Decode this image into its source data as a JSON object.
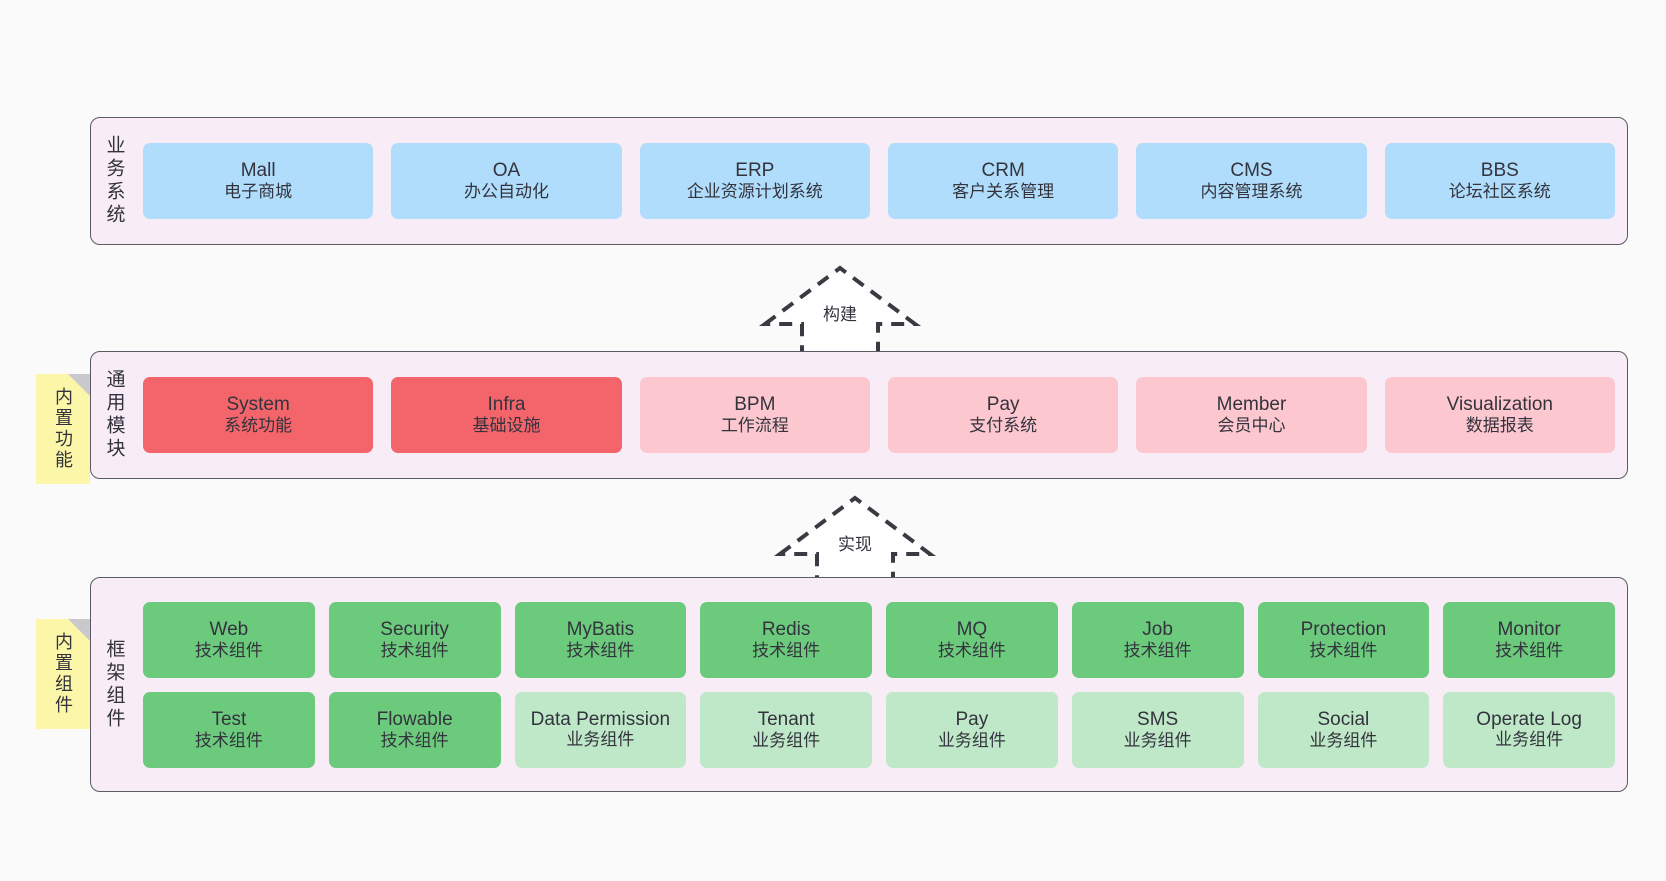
{
  "diagram": {
    "title": "Architecture layers",
    "colors": {
      "canvas": "#fafafa",
      "layer_background": "#f8ecf6",
      "layer_border": "#5b5b66",
      "business_node": "#b0ddfb",
      "module_strong": "#f4656b",
      "module_soft": "#fcc7ce",
      "component_strong": "#6cca7d",
      "component_soft": "#bfe8c8",
      "note": "#fcf7a8",
      "note_fold": "#c9c9cd",
      "text": "#33333d"
    }
  },
  "layers": {
    "business": {
      "title": "业务系统",
      "nodes": [
        {
          "en": "Mall",
          "cn": "电子商城"
        },
        {
          "en": "OA",
          "cn": "办公自动化"
        },
        {
          "en": "ERP",
          "cn": "企业资源计划系统"
        },
        {
          "en": "CRM",
          "cn": "客户关系管理"
        },
        {
          "en": "CMS",
          "cn": "内容管理系统"
        },
        {
          "en": "BBS",
          "cn": "论坛社区系统"
        }
      ]
    },
    "modules": {
      "title": "通用模块",
      "nodes": [
        {
          "en": "System",
          "cn": "系统功能",
          "style": "red-strong"
        },
        {
          "en": "Infra",
          "cn": "基础设施",
          "style": "red-strong"
        },
        {
          "en": "BPM",
          "cn": "工作流程",
          "style": "red-soft"
        },
        {
          "en": "Pay",
          "cn": "支付系统",
          "style": "red-soft"
        },
        {
          "en": "Member",
          "cn": "会员中心",
          "style": "red-soft"
        },
        {
          "en": "Visualization",
          "cn": "数据报表",
          "style": "red-soft"
        }
      ]
    },
    "framework": {
      "title": "框架组件",
      "row1": [
        {
          "en": "Web",
          "cn": "技术组件",
          "style": "green-strong"
        },
        {
          "en": "Security",
          "cn": "技术组件",
          "style": "green-strong"
        },
        {
          "en": "MyBatis",
          "cn": "技术组件",
          "style": "green-strong"
        },
        {
          "en": "Redis",
          "cn": "技术组件",
          "style": "green-strong"
        },
        {
          "en": "MQ",
          "cn": "技术组件",
          "style": "green-strong"
        },
        {
          "en": "Job",
          "cn": "技术组件",
          "style": "green-strong"
        },
        {
          "en": "Protection",
          "cn": "技术组件",
          "style": "green-strong"
        },
        {
          "en": "Monitor",
          "cn": "技术组件",
          "style": "green-strong"
        }
      ],
      "row2": [
        {
          "en": "Test",
          "cn": "技术组件",
          "style": "green-strong"
        },
        {
          "en": "Flowable",
          "cn": "技术组件",
          "style": "green-strong"
        },
        {
          "en": "Data Permission",
          "cn": "业务组件",
          "style": "green-soft"
        },
        {
          "en": "Tenant",
          "cn": "业务组件",
          "style": "green-soft"
        },
        {
          "en": "Pay",
          "cn": "业务组件",
          "style": "green-soft"
        },
        {
          "en": "SMS",
          "cn": "业务组件",
          "style": "green-soft"
        },
        {
          "en": "Social",
          "cn": "业务组件",
          "style": "green-soft"
        },
        {
          "en": "Operate Log",
          "cn": "业务组件",
          "style": "green-soft"
        }
      ]
    }
  },
  "notes": [
    {
      "label": "内置功能"
    },
    {
      "label": "内置组件"
    }
  ],
  "arrows": [
    {
      "label": "构建",
      "direction": "up"
    },
    {
      "label": "实现",
      "direction": "up"
    }
  ]
}
